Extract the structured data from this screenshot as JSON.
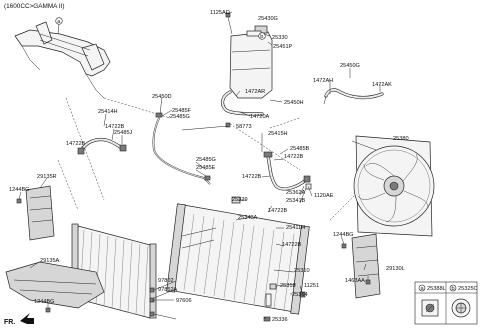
{
  "header": {
    "title": "(1600CC>GAMMA II)"
  },
  "orientation": {
    "label": "FR."
  },
  "callouts": {
    "a": "a",
    "b": "b"
  },
  "labels": {
    "l1125AD": "1125AD",
    "l25430G": "25430G",
    "l25330": "25330",
    "l25451P": "25451P",
    "l1472AR": "1472AR",
    "l25450H": "25450H",
    "l14720A": "14720A",
    "l25450G": "25450G",
    "l1472AH": "1472AH",
    "l1472AK": "1472AK",
    "l25450D": "25450D",
    "l25485F": "25485F",
    "l25485G_a": "25485G",
    "l58773": "58773",
    "l25485G_b": "25485G",
    "l25485E": "25485E",
    "l25414H": "25414H",
    "l14722B_a": "14722B",
    "l25485J": "25485J",
    "l14722B_b": "14722B",
    "l25415H": "25415H",
    "l25485B": "25485B",
    "l14722B_c": "14722B",
    "l14722B_d": "14722B",
    "l25362A": "25362A",
    "l25341B": "25341B",
    "l1120AE": "1120AE",
    "l25329": "25329",
    "l14722B_e": "14722B",
    "l25343A": "25343A",
    "l25411H": "25411H",
    "l14722B_f": "14722B",
    "l25380": "25380",
    "l29135R": "29135R",
    "l1244BG_a": "1244BG",
    "l1244BG_b": "1244BG",
    "l29130L": "29130L",
    "l29135A": "29135A",
    "l1244BG_c": "1244BG",
    "l25310": "25310",
    "l25318": "25318",
    "l25364": "25364",
    "l11251": "11251",
    "l1463AA": "1463AA",
    "l97606": "97606",
    "l97802": "97802",
    "l97852A": "97852A",
    "l25336": "25336"
  },
  "legend": [
    {
      "key": "a",
      "code": "25388L"
    },
    {
      "key": "b",
      "code": "25325C"
    }
  ]
}
